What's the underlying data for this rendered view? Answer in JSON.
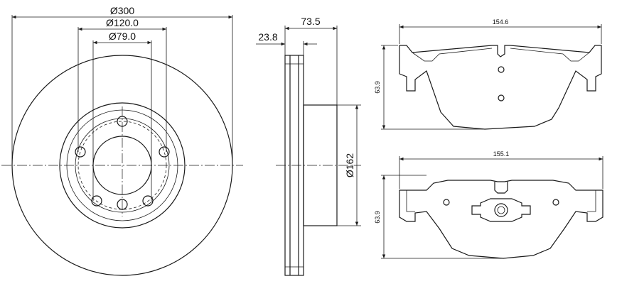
{
  "disc_front": {
    "outer_diameter": "Ø300",
    "bolt_circle": "Ø120.0",
    "center_bore": "Ø79.0"
  },
  "disc_side": {
    "overall_height": "73.5",
    "disc_thickness": "23.8",
    "hat_diameter": "Ø162"
  },
  "pad_top": {
    "width": "154.6",
    "height": "63.9"
  },
  "pad_bottom": {
    "width": "155.1",
    "height": "63.9"
  },
  "colors": {
    "line": "#1a1a1a",
    "background": "#ffffff"
  }
}
